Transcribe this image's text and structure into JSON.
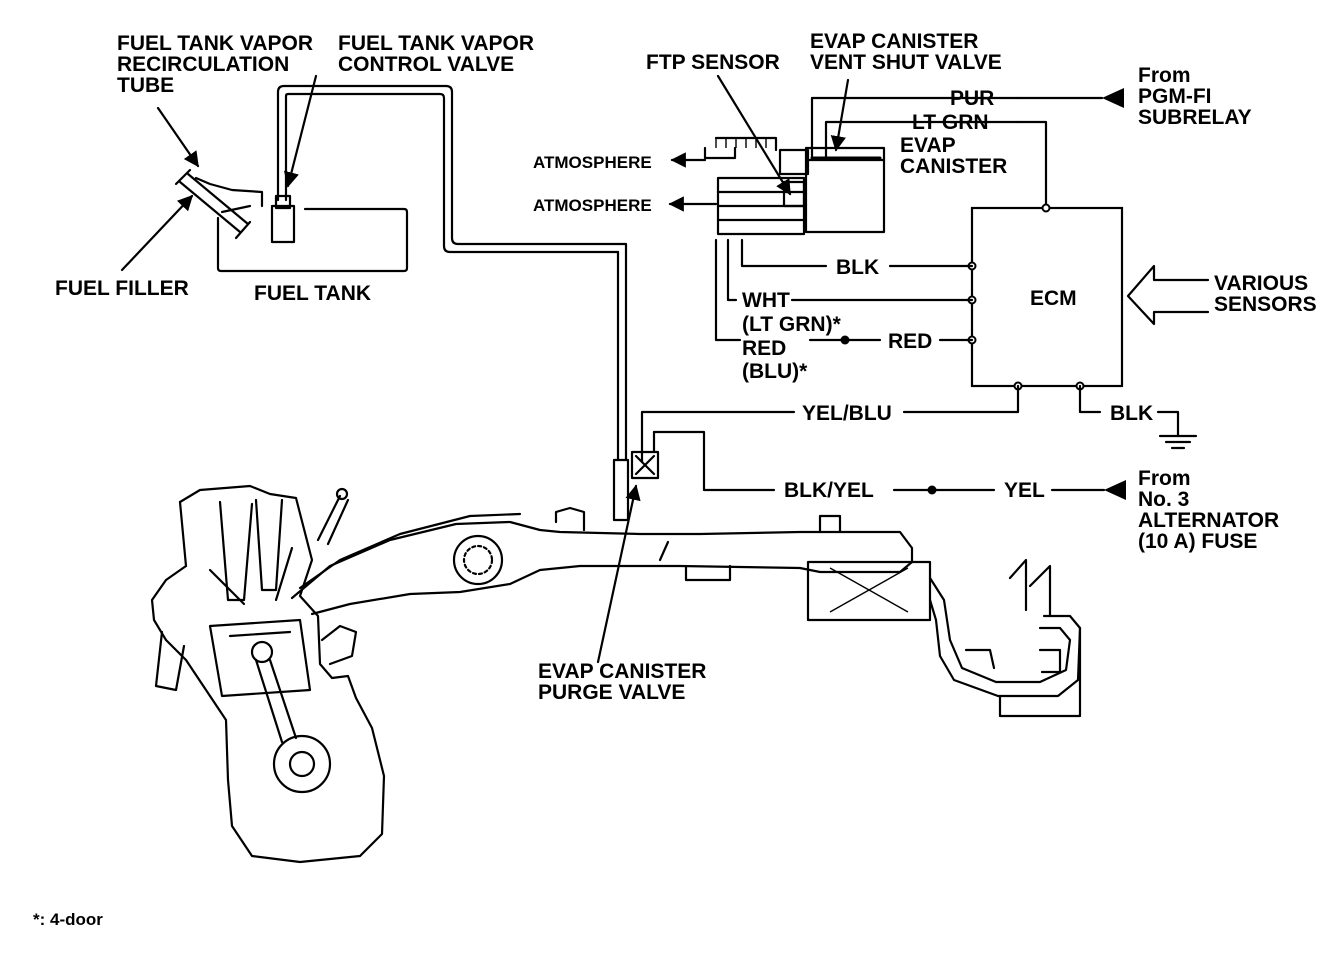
{
  "labels": {
    "fuel_tank_vapor_recirc": [
      "FUEL TANK VAPOR",
      "RECIRCULATION",
      "TUBE"
    ],
    "fuel_tank_vapor_control": [
      "FUEL TANK VAPOR",
      "CONTROL VALVE"
    ],
    "ftp_sensor": "FTP SENSOR",
    "evap_vent_shut": [
      "EVAP CANISTER",
      "VENT SHUT VALVE"
    ],
    "from_pgm": [
      "From",
      "PGM-FI",
      "SUBRELAY"
    ],
    "pur": "PUR",
    "lt_grn": "LT GRN",
    "evap_canister": [
      "EVAP",
      "CANISTER"
    ],
    "atmosphere_1": "ATMOSPHERE",
    "atmosphere_2": "ATMOSPHERE",
    "fuel_filler": "FUEL FILLER",
    "fuel_tank": "FUEL TANK",
    "blk_1": "BLK",
    "ecm": "ECM",
    "various_sensors": [
      "VARIOUS",
      "SENSORS"
    ],
    "wht": [
      "WHT",
      "(LT GRN)*"
    ],
    "red_left": [
      "RED",
      "(BLU)*"
    ],
    "red_right": "RED",
    "yel_blu": "YEL/BLU",
    "blk_2": "BLK",
    "blk_yel": "BLK/YEL",
    "yel": "YEL",
    "from_alt": [
      "From",
      "No. 3",
      "ALTERNATOR",
      "(10 A) FUSE"
    ],
    "purge_valve": [
      "EVAP CANISTER",
      "PURGE VALVE"
    ],
    "footnote": "*: 4-door"
  }
}
